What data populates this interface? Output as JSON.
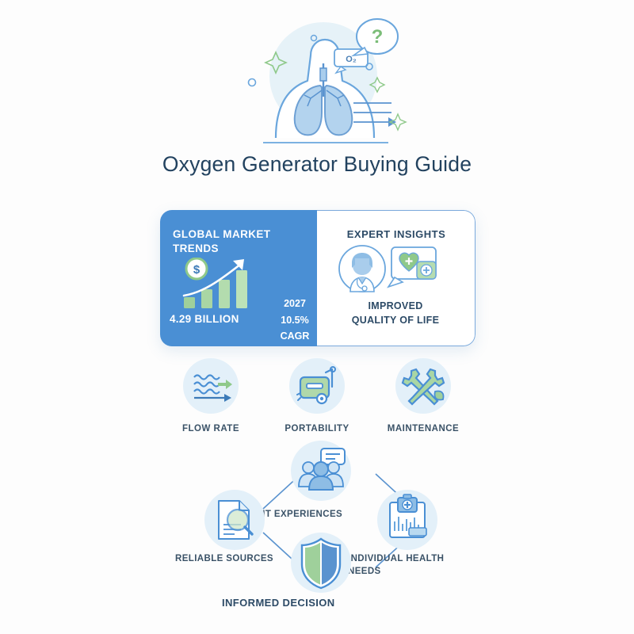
{
  "page": {
    "title": "Oxygen Generator Buying Guide",
    "background_color": "#fdfdfd"
  },
  "hero": {
    "o2_label": "O₂",
    "question_mark": "?",
    "icon": "lungs-torso-illustration"
  },
  "market_card": {
    "left": {
      "heading": "GLOBAL MARKET TRENDS",
      "stat_value": "4.29 BILLION",
      "stat_year": "2027",
      "stat_cagr": "10.5% CAGR",
      "icon": "growth-chart-icon",
      "background_color": "#4a8fd4"
    },
    "right": {
      "heading": "EXPERT INSIGHTS",
      "caption_line1": "IMPROVED",
      "caption_line2": "QUALITY OF LIFE",
      "icon": "doctor-speech-bubble-icon",
      "background_color": "#ffffff"
    }
  },
  "features": [
    {
      "label": "FLOW RATE",
      "icon": "flow-waves-icon"
    },
    {
      "label": "PORTABILITY",
      "icon": "rolling-suitcase-icon"
    },
    {
      "label": "MAINTENANCE",
      "icon": "crossed-wrenches-icon"
    }
  ],
  "decision_diagram": {
    "top": {
      "label": "PATIENT EXPERIENCES",
      "icon": "people-group-icon"
    },
    "left": {
      "label": "RELIABLE SOURCES",
      "icon": "document-magnifier-icon"
    },
    "right": {
      "label": "INDIVIDUAL HEALTH NEEDS",
      "icon": "medical-chart-kit-icon"
    },
    "bottom": {
      "label": "INFORMED DECISION",
      "icon": "shield-icon"
    }
  },
  "colors": {
    "brand_blue": "#4a8fd4",
    "accent_green": "#8fc98a",
    "text_dark": "#2c4a66",
    "circle_bg": "#e3f0f9"
  }
}
